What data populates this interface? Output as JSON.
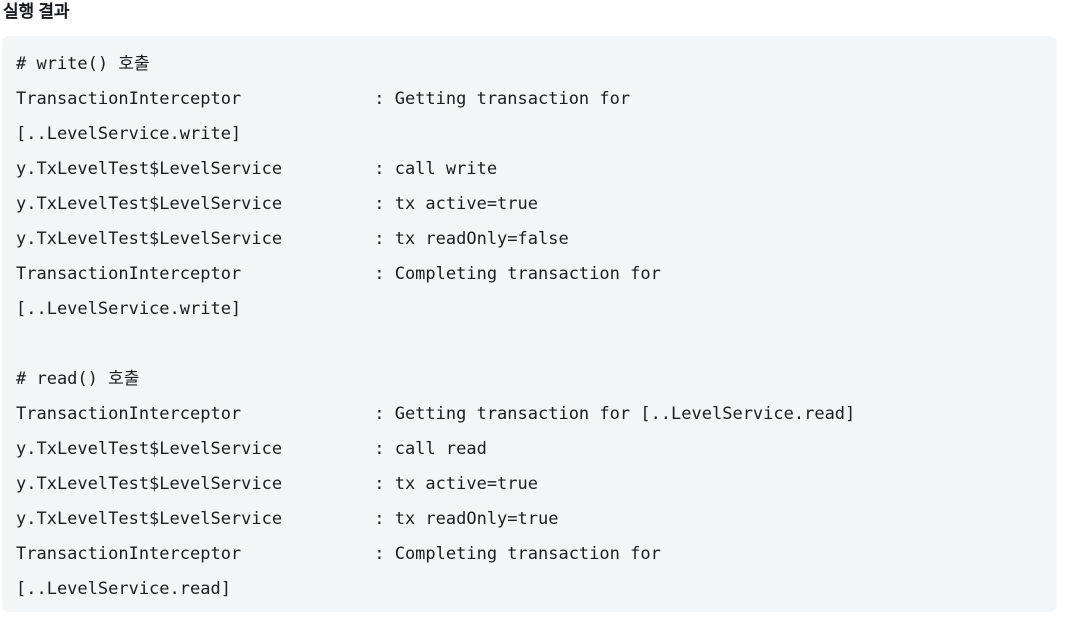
{
  "heading": {
    "text": "실행 결과"
  },
  "colors": {
    "page_background": "#ffffff",
    "code_background": "#f4f5f7",
    "code_text": "#1b1c20",
    "heading_text": "#16181d"
  },
  "code_block": {
    "language": "log",
    "column_pad": 35,
    "lines": [
      {
        "kind": "comment",
        "raw": "# write() 호출"
      },
      {
        "kind": "log",
        "logger": "TransactionInterceptor",
        "message": ": Getting transaction for"
      },
      {
        "kind": "wrap",
        "raw": "[..LevelService.write]"
      },
      {
        "kind": "log",
        "logger": "y.TxLevelTest$LevelService",
        "message": ": call write"
      },
      {
        "kind": "log",
        "logger": "y.TxLevelTest$LevelService",
        "message": ": tx active=true"
      },
      {
        "kind": "log",
        "logger": "y.TxLevelTest$LevelService",
        "message": ": tx readOnly=false"
      },
      {
        "kind": "log",
        "logger": "TransactionInterceptor",
        "message": ": Completing transaction for"
      },
      {
        "kind": "wrap",
        "raw": "[..LevelService.write]"
      },
      {
        "kind": "blank",
        "raw": ""
      },
      {
        "kind": "comment",
        "raw": "# read() 호출"
      },
      {
        "kind": "log",
        "logger": "TransactionInterceptor",
        "message": ": Getting transaction for [..LevelService.read]"
      },
      {
        "kind": "log",
        "logger": "y.TxLevelTest$LevelService",
        "message": ": call read"
      },
      {
        "kind": "log",
        "logger": "y.TxLevelTest$LevelService",
        "message": ": tx active=true"
      },
      {
        "kind": "log",
        "logger": "y.TxLevelTest$LevelService",
        "message": ": tx readOnly=true"
      },
      {
        "kind": "log",
        "logger": "TransactionInterceptor",
        "message": ": Completing transaction for"
      },
      {
        "kind": "wrap",
        "raw": "[..LevelService.read]"
      }
    ]
  }
}
